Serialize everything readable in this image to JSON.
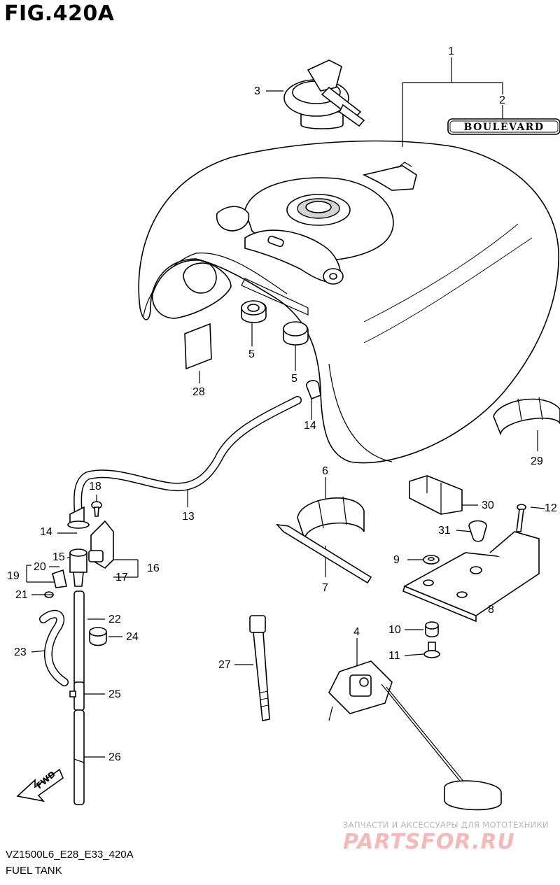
{
  "figure": {
    "title": "FIG.420A",
    "model_code": "VZ1500L6_E28_E33_420A",
    "name": "FUEL TANK"
  },
  "emblem_text": "BOULEVARD",
  "fwd_label": "FWD",
  "watermark": {
    "tagline": "ЗАПЧАСТИ И АКСЕССУАРЫ ДЛЯ МОТОТЕХНИКИ",
    "site": "PARTSFOR.RU"
  },
  "callouts": [
    {
      "id": "c1",
      "text": "1"
    },
    {
      "id": "c2",
      "text": "2"
    },
    {
      "id": "c3",
      "text": "3"
    },
    {
      "id": "c4",
      "text": "4"
    },
    {
      "id": "c5a",
      "text": "5"
    },
    {
      "id": "c5b",
      "text": "5"
    },
    {
      "id": "c6",
      "text": "6"
    },
    {
      "id": "c7",
      "text": "7"
    },
    {
      "id": "c8",
      "text": "8"
    },
    {
      "id": "c9",
      "text": "9"
    },
    {
      "id": "c10",
      "text": "10"
    },
    {
      "id": "c11",
      "text": "11"
    },
    {
      "id": "c12",
      "text": "12"
    },
    {
      "id": "c13",
      "text": "13"
    },
    {
      "id": "c14a",
      "text": "14"
    },
    {
      "id": "c14b",
      "text": "14"
    },
    {
      "id": "c15",
      "text": "15"
    },
    {
      "id": "c16",
      "text": "16"
    },
    {
      "id": "c17",
      "text": "17"
    },
    {
      "id": "c18",
      "text": "18"
    },
    {
      "id": "c19",
      "text": "19"
    },
    {
      "id": "c20",
      "text": "20"
    },
    {
      "id": "c21",
      "text": "21"
    },
    {
      "id": "c22",
      "text": "22"
    },
    {
      "id": "c23",
      "text": "23"
    },
    {
      "id": "c24",
      "text": "24"
    },
    {
      "id": "c25",
      "text": "25"
    },
    {
      "id": "c26",
      "text": "26"
    },
    {
      "id": "c27",
      "text": "27"
    },
    {
      "id": "c28",
      "text": "28"
    },
    {
      "id": "c29",
      "text": "29"
    },
    {
      "id": "c30",
      "text": "30"
    },
    {
      "id": "c31",
      "text": "31"
    }
  ]
}
